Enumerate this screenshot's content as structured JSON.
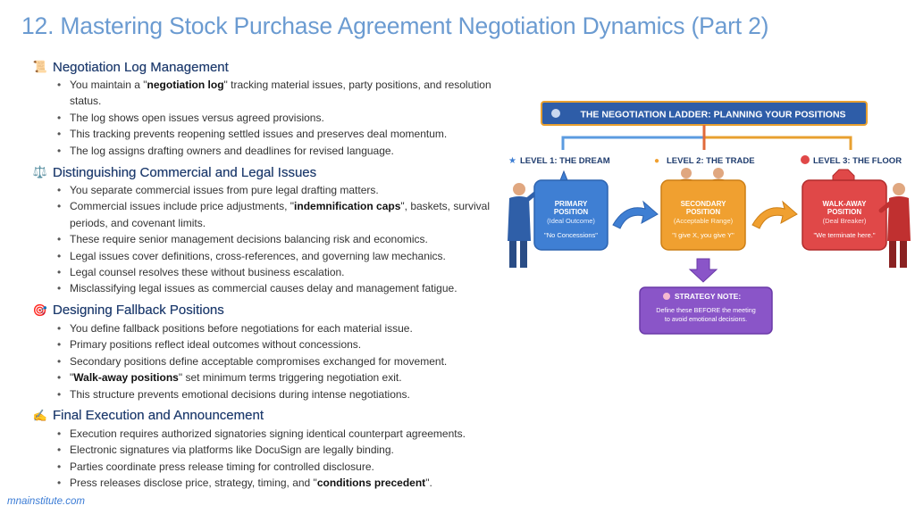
{
  "title": "12. Mastering Stock Purchase Agreement Negotiation Dynamics (Part 2)",
  "sections": [
    {
      "heading": "Negotiation Log Management",
      "icon": "scroll-icon",
      "emoji": "📜",
      "bullets": [
        {
          "pre": "You maintain a \"",
          "bold": "negotiation log",
          "post": "\" tracking material issues, party positions, and resolution status."
        },
        {
          "pre": "The log shows open issues versus agreed provisions.",
          "bold": "",
          "post": ""
        },
        {
          "pre": "This tracking prevents reopening settled issues and preserves deal momentum.",
          "bold": "",
          "post": ""
        },
        {
          "pre": "The log assigns drafting owners and deadlines for revised language.",
          "bold": "",
          "post": ""
        }
      ]
    },
    {
      "heading": "Distinguishing Commercial and Legal Issues",
      "icon": "scales-icon",
      "emoji": "⚖️",
      "bullets": [
        {
          "pre": "You separate commercial issues from pure legal drafting matters.",
          "bold": "",
          "post": ""
        },
        {
          "pre": "Commercial issues include price adjustments, \"",
          "bold": "indemnification caps",
          "post": "\", baskets, survival periods, and covenant limits."
        },
        {
          "pre": "These require senior management decisions balancing risk and economics.",
          "bold": "",
          "post": ""
        },
        {
          "pre": "Legal issues cover definitions, cross-references, and governing law mechanics.",
          "bold": "",
          "post": ""
        },
        {
          "pre": "Legal counsel resolves these without business escalation.",
          "bold": "",
          "post": ""
        },
        {
          "pre": "Misclassifying legal issues as commercial causes delay and management fatigue.",
          "bold": "",
          "post": ""
        }
      ]
    },
    {
      "heading": "Designing Fallback Positions",
      "icon": "target-icon",
      "emoji": "🎯",
      "bullets": [
        {
          "pre": "You define fallback positions before negotiations for each material issue.",
          "bold": "",
          "post": ""
        },
        {
          "pre": "Primary positions reflect ideal outcomes without concessions.",
          "bold": "",
          "post": ""
        },
        {
          "pre": "Secondary positions define acceptable compromises exchanged for movement.",
          "bold": "",
          "post": ""
        },
        {
          "pre": "\"",
          "bold": "Walk-away positions",
          "post": "\" set minimum terms triggering negotiation exit."
        },
        {
          "pre": "This structure prevents emotional decisions during intense negotiations.",
          "bold": "",
          "post": ""
        }
      ]
    },
    {
      "heading": "Final Execution and Announcement",
      "icon": "writing-hand-icon",
      "emoji": "✍️",
      "bullets": [
        {
          "pre": "Execution requires authorized signatories signing identical counterpart agreements.",
          "bold": "",
          "post": ""
        },
        {
          "pre": "Electronic signatures via platforms like DocuSign are legally binding.",
          "bold": "",
          "post": ""
        },
        {
          "pre": "Parties coordinate press release timing for controlled disclosure.",
          "bold": "",
          "post": ""
        },
        {
          "pre": "Press releases disclose price, strategy, timing, and \"",
          "bold": "conditions precedent",
          "post": "\"."
        }
      ]
    }
  ],
  "diagram": {
    "banner": "THE NEGOTIATION LADDER: PLANNING YOUR POSITIONS",
    "colors": {
      "banner": "#2e5da8",
      "banner_border": "#e8a030",
      "level1": "#3f7fd3",
      "level2": "#f0a030",
      "level3": "#e04848",
      "note": "#8a55c8",
      "arrow_down": "#8a55c8"
    },
    "levels": [
      {
        "heading": "LEVEL 1: THE DREAM",
        "box_title_1": "PRIMARY",
        "box_title_2": "POSITION",
        "subtitle": "(Ideal Outcome)",
        "quote": "\"No Concessions\"",
        "icon": "star-icon"
      },
      {
        "heading": "LEVEL 2: THE TRADE",
        "box_title_1": "SECONDARY",
        "box_title_2": "POSITION",
        "subtitle": "(Acceptable Range)",
        "quote": "\"I give X, you give Y\"",
        "icon": "handshake-icon"
      },
      {
        "heading": "LEVEL 3: THE FLOOR",
        "box_title_1": "WALK-AWAY",
        "box_title_2": "POSITION",
        "subtitle": "(Deal Breaker)",
        "quote": "\"We terminate here.\"",
        "icon": "stop-sign-icon"
      }
    ],
    "note": {
      "title": "STRATEGY NOTE:",
      "line1": "Define these BEFORE the meeting",
      "line2": "to avoid emotional decisions.",
      "icon": "brain-icon"
    }
  },
  "footer": "mnainstitute.com"
}
